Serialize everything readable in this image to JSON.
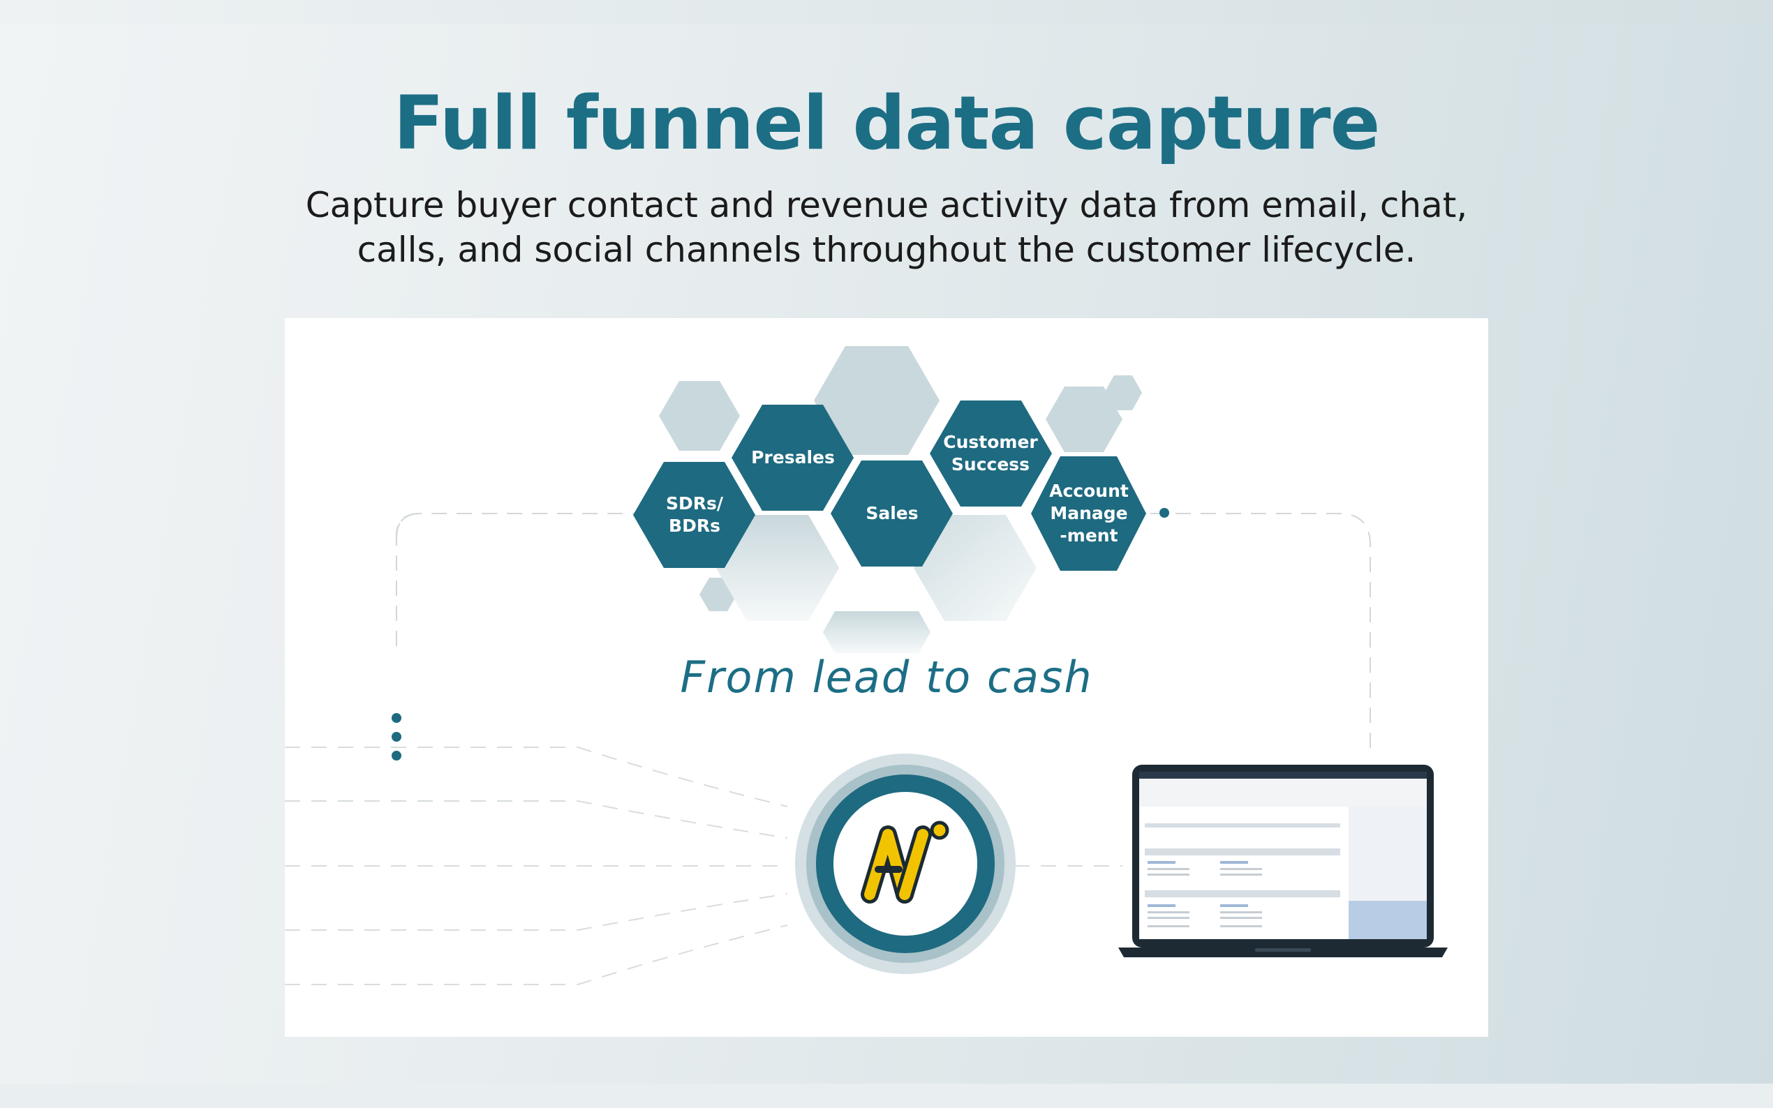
{
  "header": {
    "title": "Full funnel data capture",
    "subtitle": "Capture buyer contact and revenue activity data from email, chat, calls, and social channels throughout the customer lifecycle."
  },
  "diagram": {
    "tagline": "From lead to cash",
    "teams": [
      {
        "id": "sdrs",
        "label": "SDRs/\nBDRs"
      },
      {
        "id": "presales",
        "label": "Presales"
      },
      {
        "id": "sales",
        "label": "Sales"
      },
      {
        "id": "customer-success",
        "label": "Customer\nSuccess"
      },
      {
        "id": "account-management",
        "label": "Account\nManage\n-ment"
      }
    ],
    "logo_icon": "ai-monogram-logo-icon",
    "device_icon": "laptop-crm-screen-icon"
  },
  "colors": {
    "brand": "#1c6e85",
    "hex_dark": "#1e6a80",
    "hex_light": "#c9d8dc",
    "logo_yellow": "#f2c300",
    "ring_light": "#c5d5da",
    "dashes": "#d2d7da"
  }
}
